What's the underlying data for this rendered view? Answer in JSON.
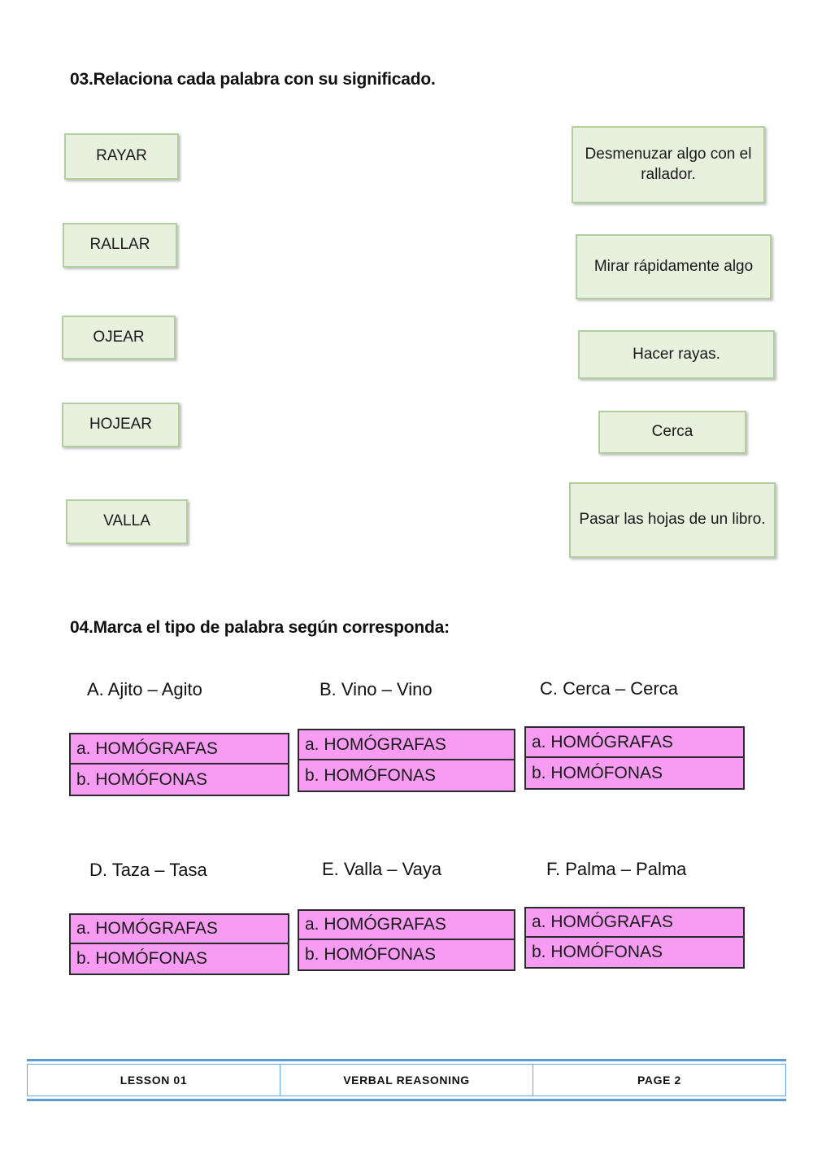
{
  "sections": {
    "q3": {
      "heading": "03.Relaciona cada palabra con su significado.",
      "words": [
        {
          "label": "RAYAR"
        },
        {
          "label": "RALLAR"
        },
        {
          "label": "OJEAR"
        },
        {
          "label": "HOJEAR"
        },
        {
          "label": "VALLA"
        }
      ],
      "definitions": [
        {
          "text": "Desmenuzar algo con el rallador."
        },
        {
          "text": "Mirar rápidamente algo"
        },
        {
          "text": "Hacer rayas."
        },
        {
          "text": "Cerca"
        },
        {
          "text": "Pasar las hojas de un libro."
        }
      ]
    },
    "q4": {
      "heading": "04.Marca el tipo de palabra según corresponda:",
      "option_a": "a. HOMÓGRAFAS",
      "option_b": "b. HOMÓFONAS",
      "items": [
        {
          "label": "A. Ajito – Agito"
        },
        {
          "label": "B. Vino – Vino"
        },
        {
          "label": "C. Cerca – Cerca"
        },
        {
          "label": "D. Taza – Tasa"
        },
        {
          "label": "E. Valla – Vaya"
        },
        {
          "label": "F. Palma – Palma"
        }
      ]
    }
  },
  "footer": {
    "lesson": "LESSON 01",
    "subject": "VERBAL REASONING",
    "page": "PAGE 2"
  },
  "colors": {
    "green_fill": "#e8f0de",
    "green_border": "#b2cea0",
    "pink_fill": "#f79cf2",
    "pink_border": "#2b2b2b",
    "footer_blue": "#5b9bd5"
  }
}
